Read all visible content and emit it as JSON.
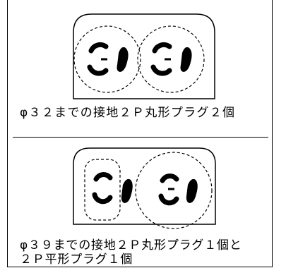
{
  "outlets": [
    {
      "caption_lines": [
        "φ３２までの接地２Ｐ丸形プラグ２個"
      ]
    },
    {
      "caption_lines": [
        "φ３９までの接地２Ｐ丸形プラグ１個と",
        "２Ｐ平形プラグ１個"
      ]
    }
  ],
  "colors": {
    "line": "#000000",
    "background": "#ffffff"
  }
}
